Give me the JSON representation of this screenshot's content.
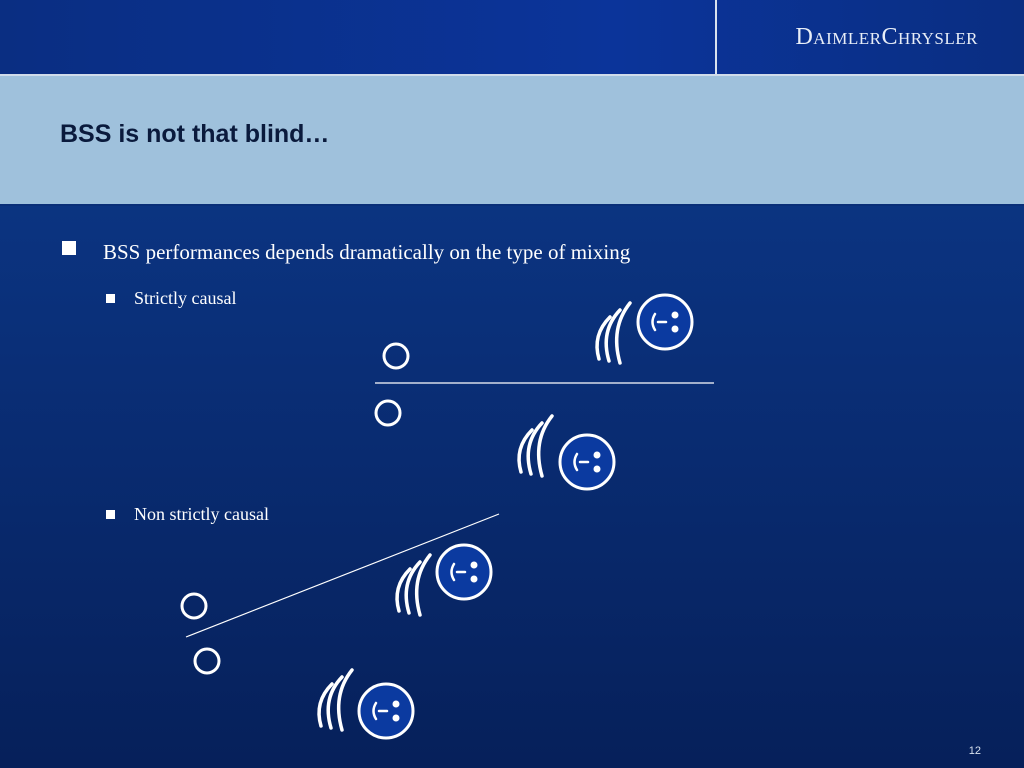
{
  "header": {
    "brand": "DaimlerChrysler"
  },
  "title": "BSS is not that blind…",
  "bullets": {
    "main": "BSS performances depends dramatically on the type of mixing",
    "sub1": "Strictly causal",
    "sub2": "Non strictly causal"
  },
  "footer": {
    "page_number": "12"
  },
  "icons": {
    "microphone": "microphone-icon",
    "speaker": "speaker-face-icon",
    "sound_waves": "sound-wave-icon"
  },
  "colors": {
    "background_top": "#0d3b8e",
    "background_bottom": "#06205a",
    "title_band": "#9fc1dc",
    "accent_white": "#ffffff"
  }
}
